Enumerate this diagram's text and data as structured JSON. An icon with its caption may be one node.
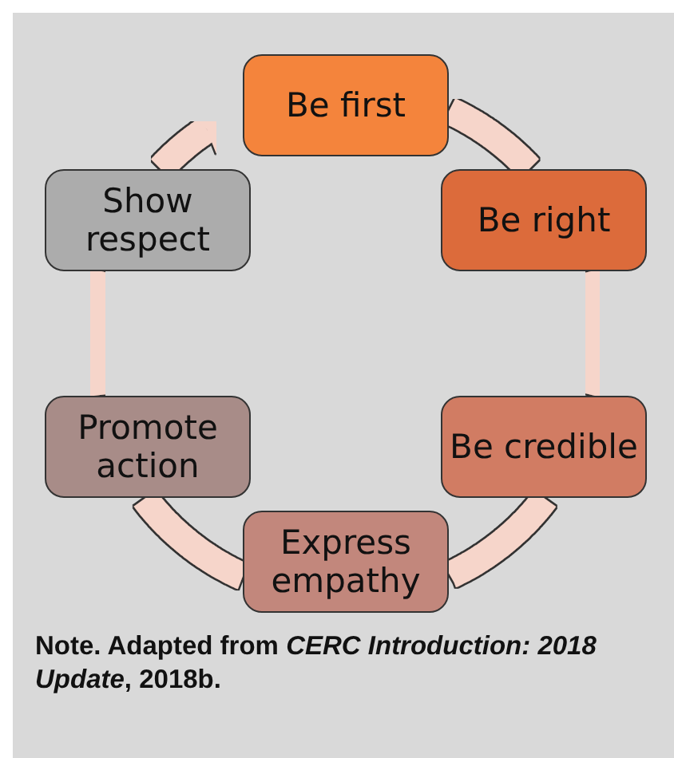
{
  "diagram": {
    "caption": "Note. Adapted from *CERC Introduction: 2018 Update*, 2018b.",
    "nodes": [
      {
        "text": [
          "Be first"
        ]
      },
      {
        "text": [
          "Be right"
        ]
      },
      {
        "text": [
          "Be credible"
        ]
      },
      {
        "text": [
          "Express empathy"
        ]
      },
      {
        "text": [
          "Promote action"
        ]
      },
      {
        "text": [
          "Show respect"
        ]
      }
    ],
    "edges": [
      {
        "from": 0,
        "to": 1,
        "arrow": "none"
      },
      {
        "from": 1,
        "to": 2,
        "arrow": "none"
      },
      {
        "from": 2,
        "to": 3,
        "arrow": "none"
      },
      {
        "from": 3,
        "to": 4,
        "arrow": "none"
      },
      {
        "from": 4,
        "to": 5,
        "arrow": "none"
      },
      {
        "from": 5,
        "to": 0,
        "arrow": "to"
      }
    ]
  }
}
